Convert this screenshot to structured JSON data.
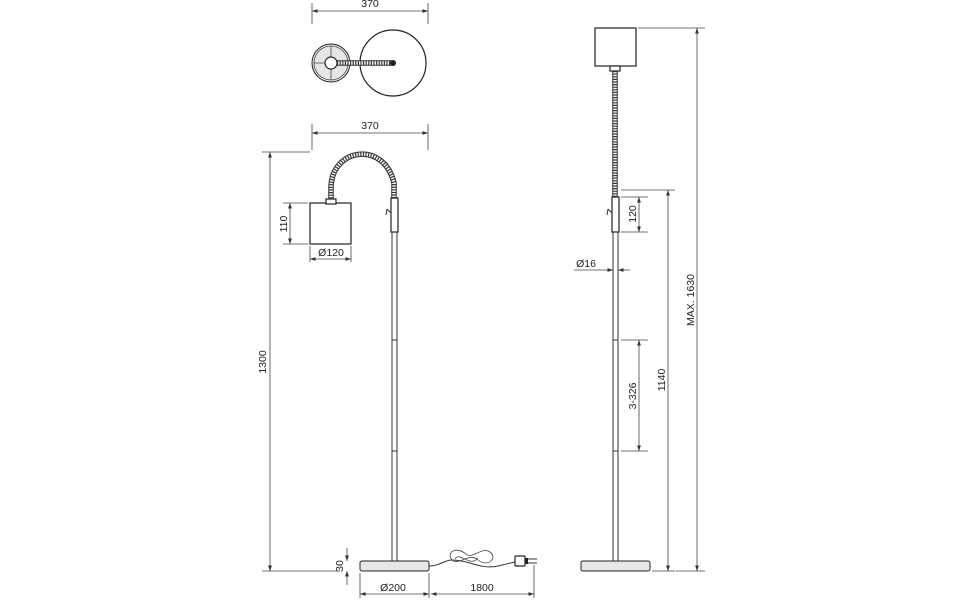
{
  "dimensions": {
    "top_view_width": "370",
    "side_arm_width": "370",
    "shade_height": "110",
    "shade_diameter": "Ø120",
    "overall_height": "1300",
    "base_height": "30",
    "base_diameter": "Ø200",
    "cable_length": "1800",
    "switch_length": "120",
    "stem_diameter": "Ø16",
    "stem_section": "3-326",
    "stem_height": "1140",
    "max_height": "MAX. 1630"
  },
  "colors": {
    "line": "#333333",
    "base_fill": "#e6e6e6",
    "background": "#ffffff"
  }
}
